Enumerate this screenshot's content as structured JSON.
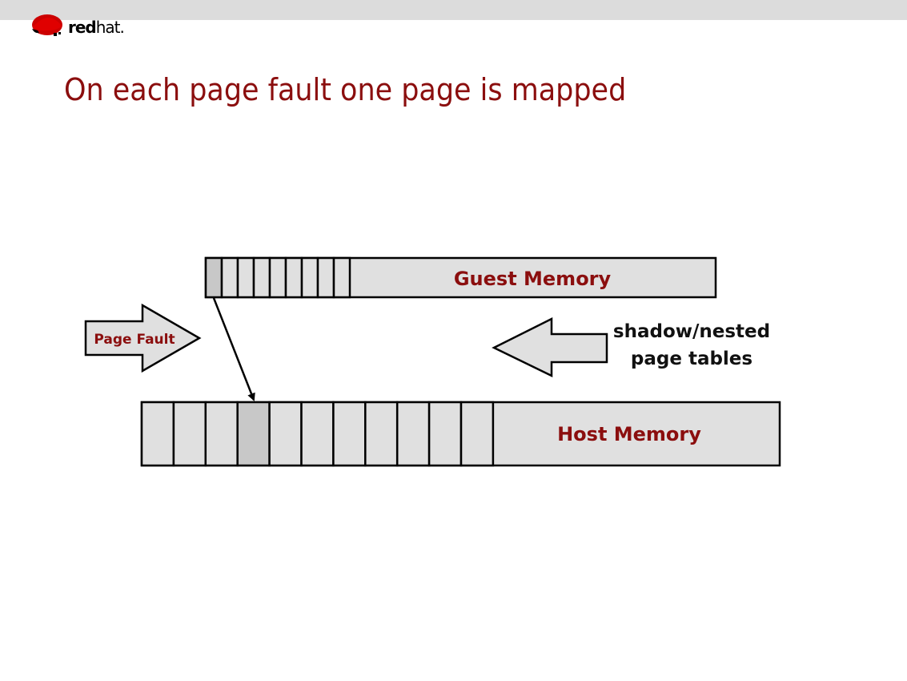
{
  "header": {
    "logo_icon": "redhat-shadowman-icon",
    "logo_text_bold": "red",
    "logo_text_light": "hat."
  },
  "slide": {
    "title": "On each page fault one page is mapped"
  },
  "diagram": {
    "guest_memory": {
      "label": "Guest Memory",
      "page_cells": 9,
      "highlighted_cell_index": 0
    },
    "host_memory": {
      "label": "Host Memory",
      "page_cells": 11,
      "highlighted_cell_index": 3
    },
    "page_fault_arrow": {
      "label": "Page Fault",
      "direction": "right"
    },
    "page_tables_arrow": {
      "label_line1": "shadow/nested",
      "label_line2": "page tables",
      "direction": "left"
    },
    "mapping_arrow": {
      "from": "guest cell 0",
      "to": "host cell 3"
    },
    "colors": {
      "accent_red": "#8b0e0e",
      "cell_fill": "#e0e0e0",
      "highlight_fill": "#c8c8c8",
      "stroke": "#000000"
    }
  }
}
